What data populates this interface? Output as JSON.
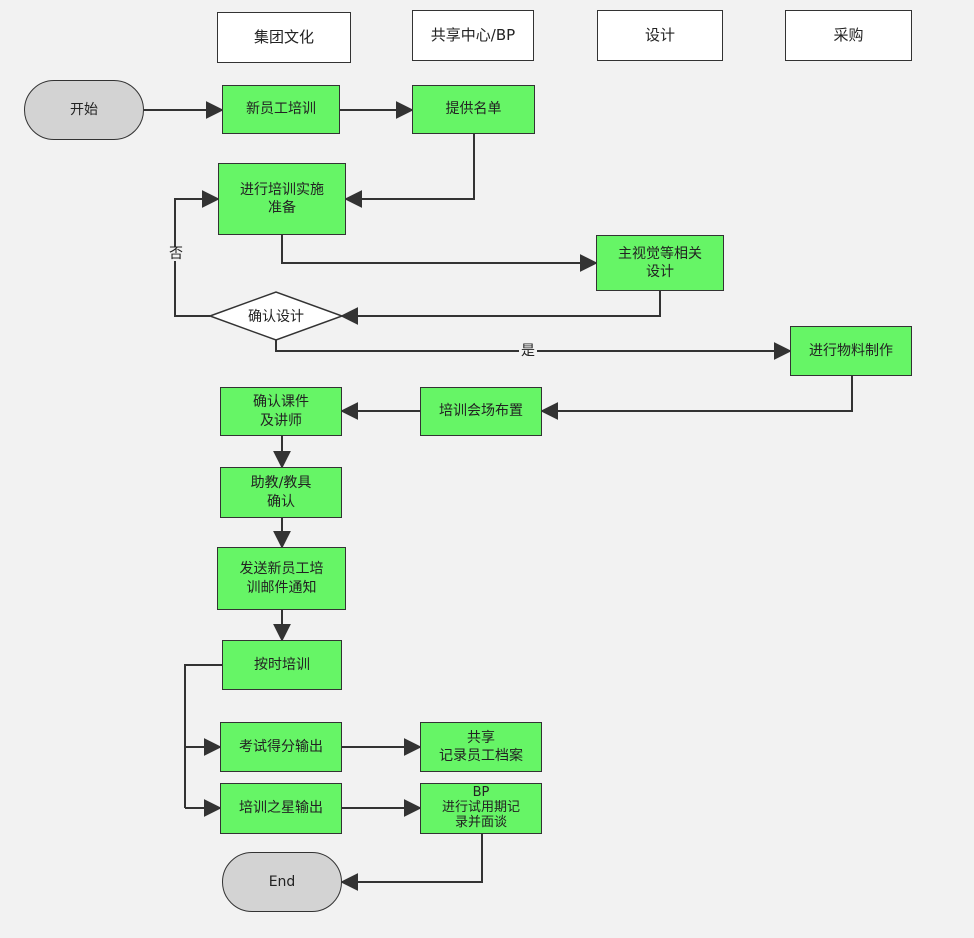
{
  "lanes": {
    "group_culture": "集团文化",
    "shared_bp": "共享中心/BP",
    "design": "设计",
    "purchase": "采购"
  },
  "nodes": {
    "start": "开始",
    "new_staff_training": "新员工培训",
    "provide_list": "提供名单",
    "prepare_training": "进行培训实施\n准备",
    "main_visual": "主视觉等相关\n设计",
    "confirm_design": "确认设计",
    "material_production": "进行物料制作",
    "venue_setup": "培训会场布置",
    "confirm_courseware": "确认课件\n及讲师",
    "assistant_confirm": "助教/教具\n确认",
    "send_notice": "发送新员工培\n训邮件通知",
    "on_time_training": "按时培训",
    "exam_output": "考试得分输出",
    "shared_record": "共享\n记录员工档案",
    "star_output": "培训之星输出",
    "bp_probation": "BP\n进行试用期记\n录并面谈",
    "end": "End"
  },
  "edge_labels": {
    "no": "否",
    "yes": "是"
  },
  "colors": {
    "process_fill": "#66f566",
    "terminal_fill": "#d3d3d3",
    "lane_fill": "#ffffff",
    "stroke": "#333333"
  }
}
